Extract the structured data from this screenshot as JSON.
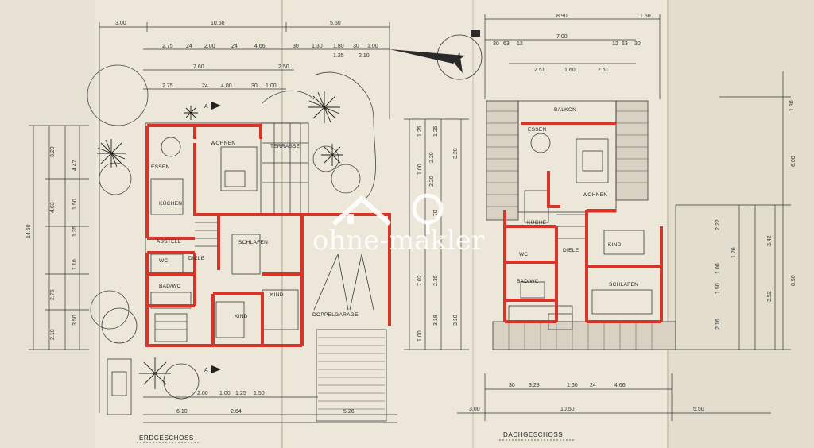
{
  "sheet": {
    "paper_color": "#ece7d9",
    "wall_color": "#d8342a",
    "line_color": "#333333"
  },
  "ground_floor": {
    "title": "ERDGESCHOSS",
    "rooms": {
      "wohnen": "WOHNEN",
      "terrasse": "TERRASSE",
      "essen": "ESSEN",
      "kuechen": "KÜCHEN",
      "abstell": "ABSTELL",
      "diele": "DIELE",
      "wc": "WC",
      "bad_wc": "BAD/WC",
      "schlafen": "SCHLAFEN",
      "kind1": "KIND",
      "kind2": "KIND",
      "garage": "DOPPELGARAGE"
    },
    "dims": {
      "top_total": "10.50",
      "top_right": "5.50",
      "top_left": "3.00",
      "mid_total": "7.60",
      "mid_right": "2.50",
      "row_a": [
        "2.75",
        "24",
        "2.00",
        "24",
        "4.66",
        "30",
        "1.30",
        "1.80",
        "30",
        "1.00"
      ],
      "row_a2": [
        "1.25",
        "2.10"
      ],
      "row_b": [
        "2.75",
        "24",
        "4.00",
        "30",
        "1.00"
      ],
      "left_total": "14.50",
      "left_col": [
        "3.20",
        "4.47",
        "4.63",
        "1.50",
        "1.35",
        "1.10",
        "2.75",
        "2.10",
        "3.50"
      ],
      "right_col": [
        "7.02",
        "1.25",
        "1.00",
        "1.25",
        "4.70",
        "2.35",
        "3.18",
        "3.10",
        "2.20",
        "2.20",
        "3.20",
        "1.00"
      ],
      "bottom": [
        "2.00",
        "1.00",
        "1.25",
        "1.50",
        "2.64",
        "5.26",
        "6.10"
      ]
    },
    "markers": {
      "section_top": "A",
      "section_bottom": "A"
    }
  },
  "attic_floor": {
    "title": "DACHGESCHOSS",
    "rooms": {
      "balkon": "BALKON",
      "essen": "ESSEN",
      "wohnen": "WOHNEN",
      "kueche": "KÜCHE",
      "wc": "WC",
      "diele": "DIELE",
      "bad_wc": "BAD/WC",
      "kind": "KIND",
      "schlafen": "SCHLAFEN"
    },
    "dims": {
      "top_total": "8.90",
      "top_right": "1.60",
      "mid_total": "7.00",
      "row_a": [
        "30",
        "63",
        "12",
        "12",
        "63",
        "30"
      ],
      "row_b": [
        "2.51",
        "1.60",
        "2.51"
      ],
      "bottom_total": "10.50",
      "bottom_left": "3.00",
      "bottom_row": [
        "30",
        "3.28",
        "1.60",
        "24",
        "4.66"
      ],
      "right_total": "8.50",
      "right_upper": "6.00",
      "right_col": [
        "1.30",
        "2.22",
        "3.42",
        "3.52",
        "1.50",
        "2.16",
        "1.00",
        "1.26"
      ],
      "side_far": "5.50"
    }
  },
  "watermark": {
    "text": "ohne-makler"
  }
}
